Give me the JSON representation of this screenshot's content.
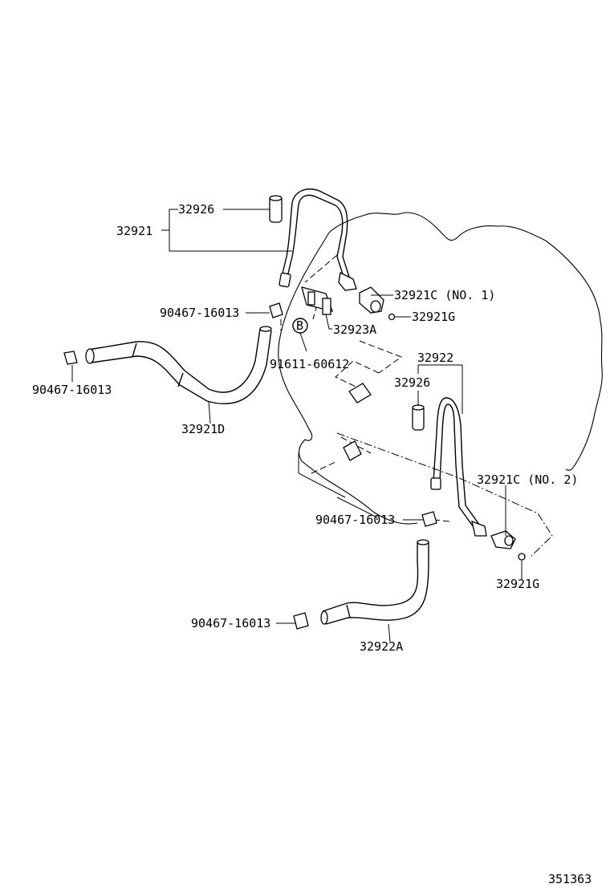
{
  "labels": {
    "p32921": "32921",
    "p32926_top": "32926",
    "p32921C_no1": "32921C (NO. 1)",
    "p90467_a": "90467-16013",
    "p32921G_a": "32921G",
    "p32923A": "32923A",
    "p90467_b": "90467-16013",
    "callout_b": "B",
    "p91611": "91611-60612",
    "p32922": "32922",
    "p32926_mid": "32926",
    "p32921D": "32921D",
    "p32921C_no2": "32921C (NO. 2)",
    "p90467_c": "90467-16013",
    "p32921G_b": "32921G",
    "p90467_d": "90467-16013",
    "p32922A": "32922A",
    "diagram_number": "351363"
  }
}
